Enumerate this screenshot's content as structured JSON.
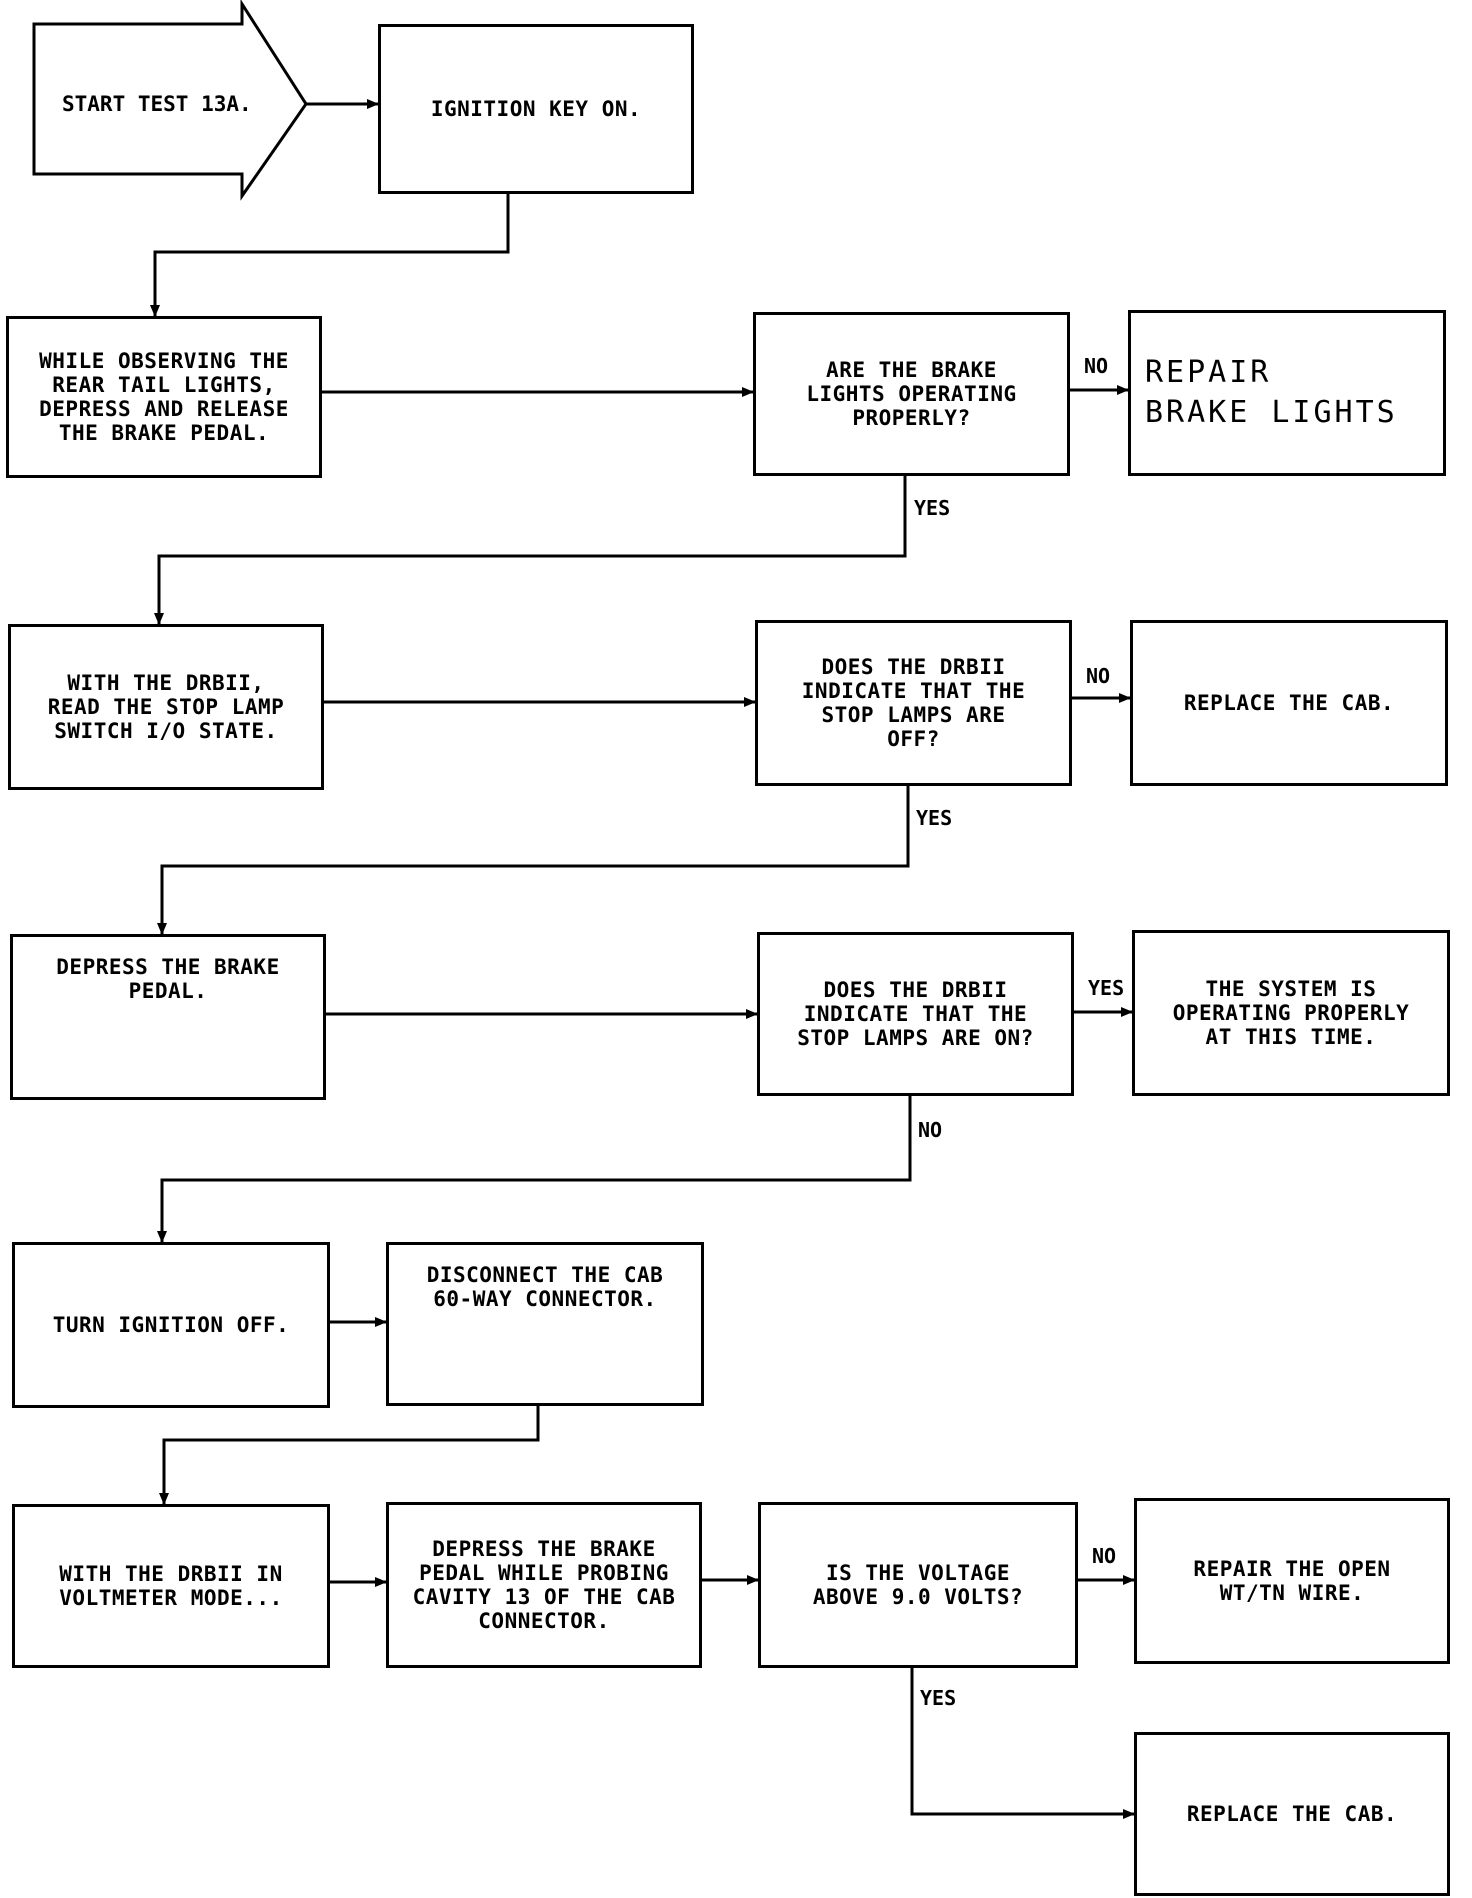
{
  "start": "START TEST 13A.",
  "boxes": {
    "ignition_on": "IGNITION KEY ON.",
    "observe_lights": "WHILE OBSERVING THE\nREAR TAIL LIGHTS,\nDEPRESS AND RELEASE\nTHE BRAKE PEDAL.",
    "q_brake_lights": "ARE THE BRAKE\nLIGHTS OPERATING\nPROPERLY?",
    "repair_brake_lights": "REPAIR\nBRAKE LIGHTS",
    "read_switch_state": "WITH THE DRBII,\nREAD THE STOP LAMP\nSWITCH I/O STATE.",
    "q_lamps_off": "DOES THE DRBII\nINDICATE THAT THE\nSTOP LAMPS ARE\nOFF?",
    "replace_cab_1": "REPLACE THE CAB.",
    "depress_pedal": "DEPRESS THE BRAKE\nPEDAL.",
    "q_lamps_on": "DOES THE DRBII\nINDICATE THAT THE\nSTOP LAMPS ARE ON?",
    "system_ok": "THE SYSTEM IS\nOPERATING PROPERLY\nAT THIS TIME.",
    "ignition_off": "TURN IGNITION OFF.",
    "disconnect_cab": "DISCONNECT THE CAB\n60-WAY CONNECTOR.",
    "voltmeter_mode": "WITH THE DRBII IN\nVOLTMETER MODE...",
    "probe_cavity": "DEPRESS THE BRAKE\nPEDAL WHILE PROBING\nCAVITY 13 OF THE CAB\nCONNECTOR.",
    "q_voltage": "IS THE VOLTAGE\nABOVE 9.0 VOLTS?",
    "repair_wire": "REPAIR THE OPEN\nWT/TN WIRE.",
    "replace_cab_2": "REPLACE THE CAB."
  },
  "labels": {
    "no_1": "NO",
    "yes_1": "YES",
    "no_2": "NO",
    "yes_2": "YES",
    "yes_3": "YES",
    "no_3": "NO",
    "no_4": "NO",
    "yes_4": "YES"
  }
}
